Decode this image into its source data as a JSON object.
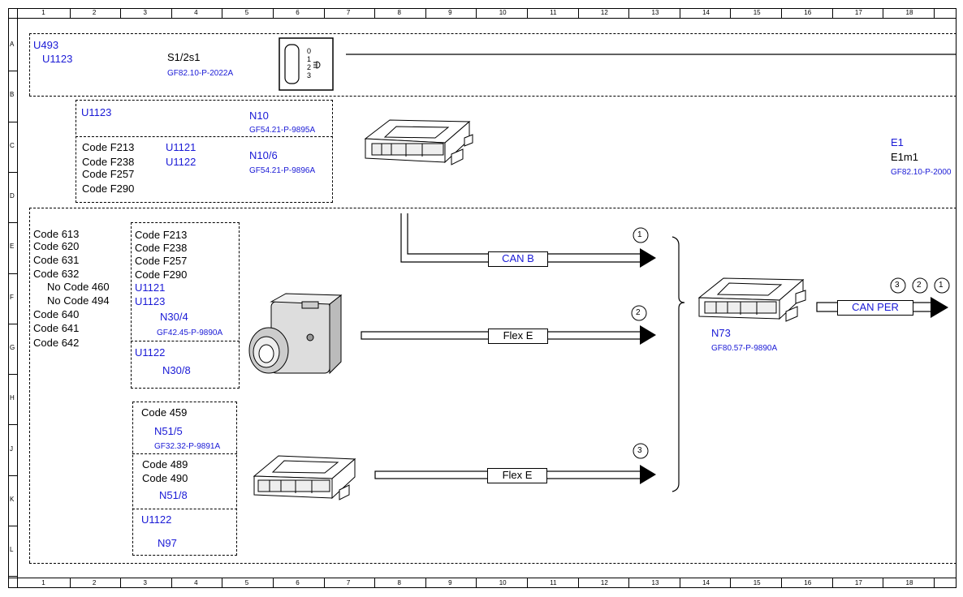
{
  "rulers": {
    "columns": [
      "1",
      "2",
      "3",
      "4",
      "5",
      "6",
      "7",
      "8",
      "9",
      "10",
      "11",
      "12",
      "13",
      "14",
      "15",
      "16",
      "17",
      "18"
    ],
    "rows": [
      "A",
      "B",
      "C",
      "D",
      "E",
      "F",
      "G",
      "H",
      "J",
      "K",
      "L"
    ]
  },
  "section_a": {
    "u493": "U493",
    "u1123": "U1123",
    "switch_name": "S1/2s1",
    "switch_ref": "GF82.10-P-2022A",
    "switch_positions": [
      "0",
      "1",
      "2",
      "3"
    ]
  },
  "section_b": {
    "u1123": "U1123",
    "n10": "N10",
    "n10_ref": "GF54.21-P-9895A",
    "codes": [
      "Code F213",
      "Code F238",
      "Code F257",
      "Code F290"
    ],
    "u1121": "U1121",
    "u1122": "U1122",
    "n10_6": "N10/6",
    "n10_6_ref": "GF54.21-P-9896A"
  },
  "e1": {
    "name": "E1",
    "sub": "E1m1",
    "ref": "GF82.10-P-2000"
  },
  "left_codes": [
    "Code 613",
    "Code 620",
    "Code 631",
    "Code 632",
    "No Code 460",
    "No Code 494",
    "Code 640",
    "Code 641",
    "Code 642"
  ],
  "n30_box": {
    "codes": [
      "Code F213",
      "Code F238",
      "Code F257",
      "Code F290"
    ],
    "u1121": "U1121",
    "u1123": "U1123",
    "n30_4": "N30/4",
    "n30_4_ref": "GF42.45-P-9890A",
    "u1122": "U1122",
    "n30_8": "N30/8"
  },
  "n51_box": {
    "code_459": "Code 459",
    "n51_5": "N51/5",
    "n51_5_ref": "GF32.32-P-9891A",
    "code_489": "Code 489",
    "code_490": "Code 490",
    "n51_8": "N51/8",
    "u1122": "U1122",
    "n97": "N97"
  },
  "connections": {
    "can_b": "CAN B",
    "flex_e_1": "Flex E",
    "flex_e_2": "Flex E",
    "can_per": "CAN PER",
    "markers": [
      "1",
      "2",
      "3"
    ]
  },
  "n73": {
    "name": "N73",
    "ref": "GF80.57-P-9890A"
  }
}
